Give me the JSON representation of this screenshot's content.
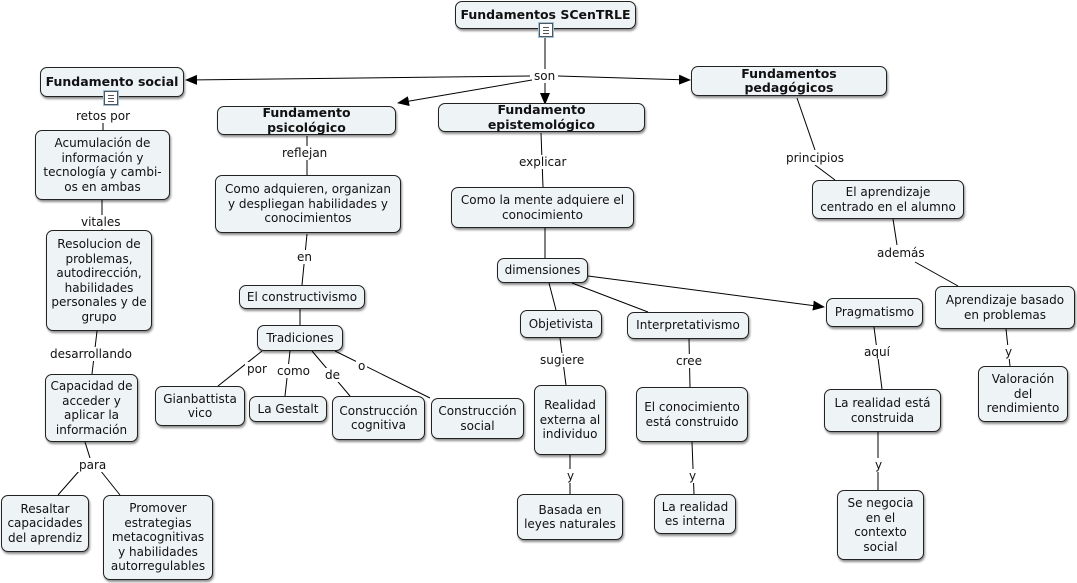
{
  "nodes": {
    "root": "Fundamentos SCenTRLE",
    "social": "Fundamento social",
    "psicologico": "Fundamento psicológico",
    "epistemologico": "Fundamento epistemológico",
    "pedagogicos": "Fundamentos pedagógicos",
    "acumulacion": "Acumulación de información y tecnología y cambi- os en ambas",
    "resolucion": "Resolucion de problemas, autodirección, habilidades personales y de grupo",
    "capacidad": "Capacidad de acceder y aplicar la información",
    "resaltar": "Resaltar capacidades del aprendiz",
    "promover": "Promover estrategias metacognitivas y habilidades autorregulables",
    "como_adquieren": "Como adquieren, organizan y despliegan habilidades y conocimientos",
    "constructivismo": "El constructivismo",
    "tradiciones": "Tradiciones",
    "gianbattista": "Gianbattista vico",
    "gestalt": "La Gestalt",
    "constr_cognitiva": "Construcción cognitiva",
    "constr_social": "Construcción social",
    "como_mente": "Como la mente adquiere el conocimiento",
    "dimensiones": "dimensiones",
    "objetivista": "Objetivista",
    "interpretativismo": "Interpretativismo",
    "pragmatismo": "Pragmatismo",
    "realidad_externa": "Realidad externa al individuo",
    "leyes": "Basada en leyes naturales",
    "conocimiento_construido": "El conocimiento está construido",
    "realidad_interna": "La realidad es interna",
    "realidad_construida": "La realidad está construida",
    "negocia": "Se negocia en el contexto social",
    "aprendizaje_centrado": "El aprendizaje centrado en el alumno",
    "aprendizaje_problemas": "Aprendizaje basado en problemas",
    "valoracion": "Valoración del rendimiento"
  },
  "labels": {
    "son": "son",
    "retos_por": "retos por",
    "vitales": "vitales",
    "desarrollando": "desarrollando",
    "para": "para",
    "reflejan": "reflejan",
    "en": "en",
    "por": "por",
    "como": "como",
    "de": "de",
    "o": "o",
    "explicar": "explicar",
    "sugiere": "sugiere",
    "y_obj": "y",
    "cree": "cree",
    "y_int": "y",
    "aqui": "aquí",
    "y_prag": "y",
    "principios": "principios",
    "ademas": "además",
    "y_ped": "y"
  },
  "icons": [
    "document-icon-root",
    "document-icon-social"
  ]
}
